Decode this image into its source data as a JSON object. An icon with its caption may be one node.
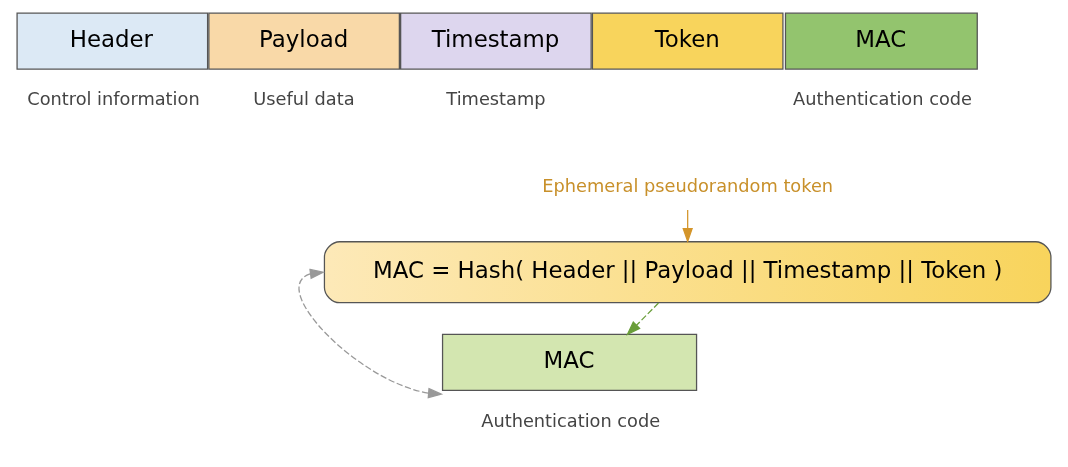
{
  "diagram": {
    "nodes": [
      {
        "text": [
          "Header"
        ],
        "beside": [
          "Control information"
        ]
      },
      {
        "text": [
          "Payload"
        ],
        "beside": [
          "Useful data"
        ]
      },
      {
        "text": [
          "Timestamp"
        ],
        "beside": [
          "Timestamp"
        ]
      },
      {
        "text": [
          "Token"
        ]
      },
      {
        "text": [
          "MAC"
        ],
        "beside": [
          "Authentication code"
        ]
      },
      {
        "text": [
          "Ephemeral pseudorandom token"
        ]
      },
      {
        "text": [
          "MAC = Hash( Header || Payload || Timestamp || Token )"
        ]
      },
      {
        "text": [
          "MAC"
        ],
        "beside": [
          "Authentication code"
        ]
      }
    ],
    "edges": [
      {
        "from": 5,
        "to": 6,
        "arrow": "to",
        "color": "#d4952a"
      },
      {
        "from": 6,
        "to": 7,
        "arrow": "to",
        "style": "dashed",
        "color": "#6a9e3a"
      },
      {
        "from": 6,
        "to": 7,
        "arrow": "both",
        "style": "dashed",
        "color": "#999999"
      }
    ]
  }
}
